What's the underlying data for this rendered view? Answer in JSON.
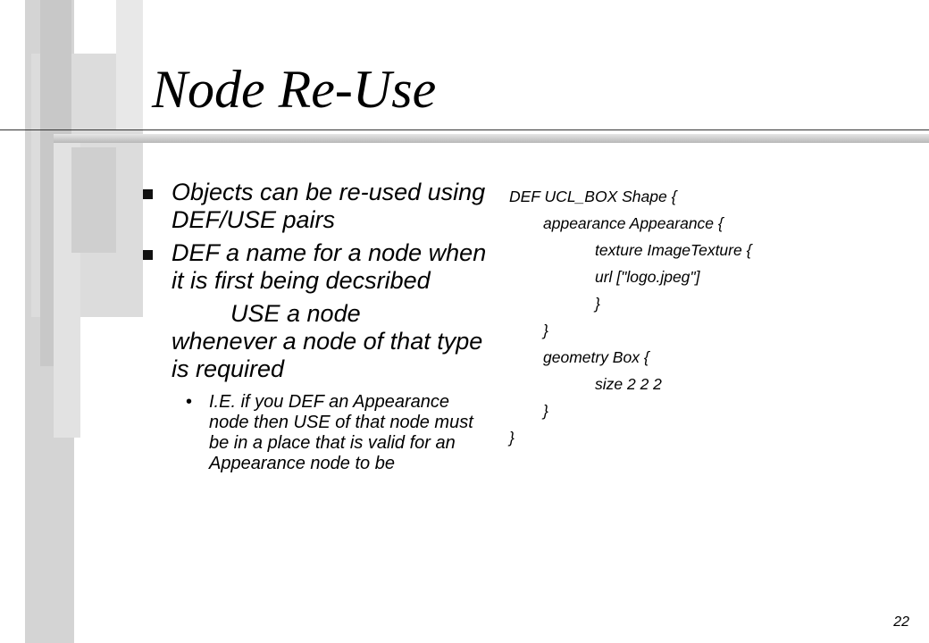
{
  "slide": {
    "title": "Node Re-Use",
    "page_number": "22"
  },
  "bullets": [
    {
      "text": "Objects can be re-used using DEF/USE pairs"
    },
    {
      "text": "DEF a name for a node when it is first being decsribed"
    }
  ],
  "continuation": {
    "lead": "USE a node",
    "rest": "whenever a node of that type is required"
  },
  "sub_bullet": {
    "text": "I.E. if you DEF an Appearance node then USE of that node must be in a place that is valid for an Appearance node to be"
  },
  "code": [
    "DEF UCL_BOX Shape {",
    "appearance Appearance {",
    "texture ImageTexture {",
    "url [\"logo.jpeg\"]",
    "}",
    "}",
    "geometry Box {",
    "size 2 2 2",
    "}",
    "}"
  ],
  "colors": {
    "background": "#ffffff",
    "decor_gray": "#d0d0d0",
    "text": "#000000"
  }
}
